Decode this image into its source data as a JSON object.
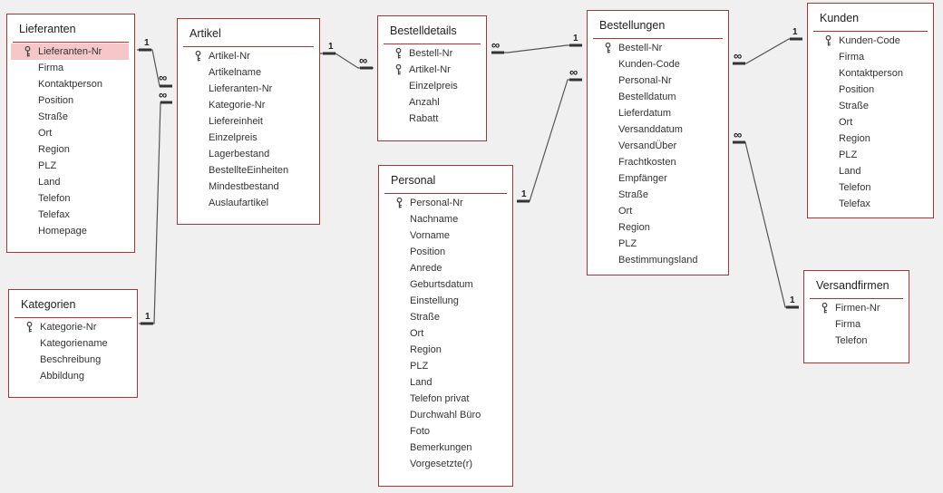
{
  "tables": {
    "lieferanten": {
      "title": "Lieferanten",
      "fields": [
        {
          "name": "Lieferanten-Nr",
          "key": true,
          "selected": true
        },
        {
          "name": "Firma"
        },
        {
          "name": "Kontaktperson"
        },
        {
          "name": "Position"
        },
        {
          "name": "Straße"
        },
        {
          "name": "Ort"
        },
        {
          "name": "Region"
        },
        {
          "name": "PLZ"
        },
        {
          "name": "Land"
        },
        {
          "name": "Telefon"
        },
        {
          "name": "Telefax"
        },
        {
          "name": "Homepage"
        }
      ]
    },
    "kategorien": {
      "title": "Kategorien",
      "fields": [
        {
          "name": "Kategorie-Nr",
          "key": true
        },
        {
          "name": "Kategoriename"
        },
        {
          "name": "Beschreibung"
        },
        {
          "name": "Abbildung"
        }
      ]
    },
    "artikel": {
      "title": "Artikel",
      "fields": [
        {
          "name": "Artikel-Nr",
          "key": true
        },
        {
          "name": "Artikelname"
        },
        {
          "name": "Lieferanten-Nr"
        },
        {
          "name": "Kategorie-Nr"
        },
        {
          "name": "Liefereinheit"
        },
        {
          "name": "Einzelpreis"
        },
        {
          "name": "Lagerbestand"
        },
        {
          "name": "BestellteEinheiten"
        },
        {
          "name": "Mindestbestand"
        },
        {
          "name": "Auslaufartikel"
        }
      ]
    },
    "bestelldetails": {
      "title": "Bestelldetails",
      "fields": [
        {
          "name": "Bestell-Nr",
          "key": true
        },
        {
          "name": "Artikel-Nr",
          "key": true
        },
        {
          "name": "Einzelpreis"
        },
        {
          "name": "Anzahl"
        },
        {
          "name": "Rabatt"
        }
      ]
    },
    "personal": {
      "title": "Personal",
      "fields": [
        {
          "name": "Personal-Nr",
          "key": true
        },
        {
          "name": "Nachname"
        },
        {
          "name": "Vorname"
        },
        {
          "name": "Position"
        },
        {
          "name": "Anrede"
        },
        {
          "name": "Geburtsdatum"
        },
        {
          "name": "Einstellung"
        },
        {
          "name": "Straße"
        },
        {
          "name": "Ort"
        },
        {
          "name": "Region"
        },
        {
          "name": "PLZ"
        },
        {
          "name": "Land"
        },
        {
          "name": "Telefon privat"
        },
        {
          "name": "Durchwahl Büro"
        },
        {
          "name": "Foto"
        },
        {
          "name": "Bemerkungen"
        },
        {
          "name": "Vorgesetzte(r)"
        }
      ]
    },
    "bestellungen": {
      "title": "Bestellungen",
      "fields": [
        {
          "name": "Bestell-Nr",
          "key": true
        },
        {
          "name": "Kunden-Code"
        },
        {
          "name": "Personal-Nr"
        },
        {
          "name": "Bestelldatum"
        },
        {
          "name": "Lieferdatum"
        },
        {
          "name": "Versanddatum"
        },
        {
          "name": "VersandÜber"
        },
        {
          "name": "Frachtkosten"
        },
        {
          "name": "Empfänger"
        },
        {
          "name": "Straße"
        },
        {
          "name": "Ort"
        },
        {
          "name": "Region"
        },
        {
          "name": "PLZ"
        },
        {
          "name": "Bestimmungsland"
        }
      ]
    },
    "kunden": {
      "title": "Kunden",
      "fields": [
        {
          "name": "Kunden-Code",
          "key": true
        },
        {
          "name": "Firma"
        },
        {
          "name": "Kontaktperson"
        },
        {
          "name": "Position"
        },
        {
          "name": "Straße"
        },
        {
          "name": "Ort"
        },
        {
          "name": "Region"
        },
        {
          "name": "PLZ"
        },
        {
          "name": "Land"
        },
        {
          "name": "Telefon"
        },
        {
          "name": "Telefax"
        }
      ]
    },
    "versandfirmen": {
      "title": "Versandfirmen",
      "fields": [
        {
          "name": "Firmen-Nr",
          "key": true
        },
        {
          "name": "Firma"
        },
        {
          "name": "Telefon"
        }
      ]
    }
  },
  "relationships": [
    {
      "from": "lieferanten",
      "to": "artikel",
      "one": "1",
      "many": "∞"
    },
    {
      "from": "kategorien",
      "to": "artikel",
      "one": "1",
      "many": "∞"
    },
    {
      "from": "artikel",
      "to": "bestelldetails",
      "one": "1",
      "many": "∞"
    },
    {
      "from": "bestellungen",
      "to": "bestelldetails",
      "one": "1",
      "many": "∞"
    },
    {
      "from": "personal",
      "to": "bestellungen",
      "one": "1",
      "many": "∞"
    },
    {
      "from": "kunden",
      "to": "bestellungen",
      "one": "1",
      "many": "∞"
    },
    {
      "from": "versandfirmen",
      "to": "bestellungen",
      "one": "1",
      "many": "∞"
    }
  ],
  "colors": {
    "border": "#a4373a",
    "selected": "#f6c7c8",
    "line": "#555555"
  }
}
